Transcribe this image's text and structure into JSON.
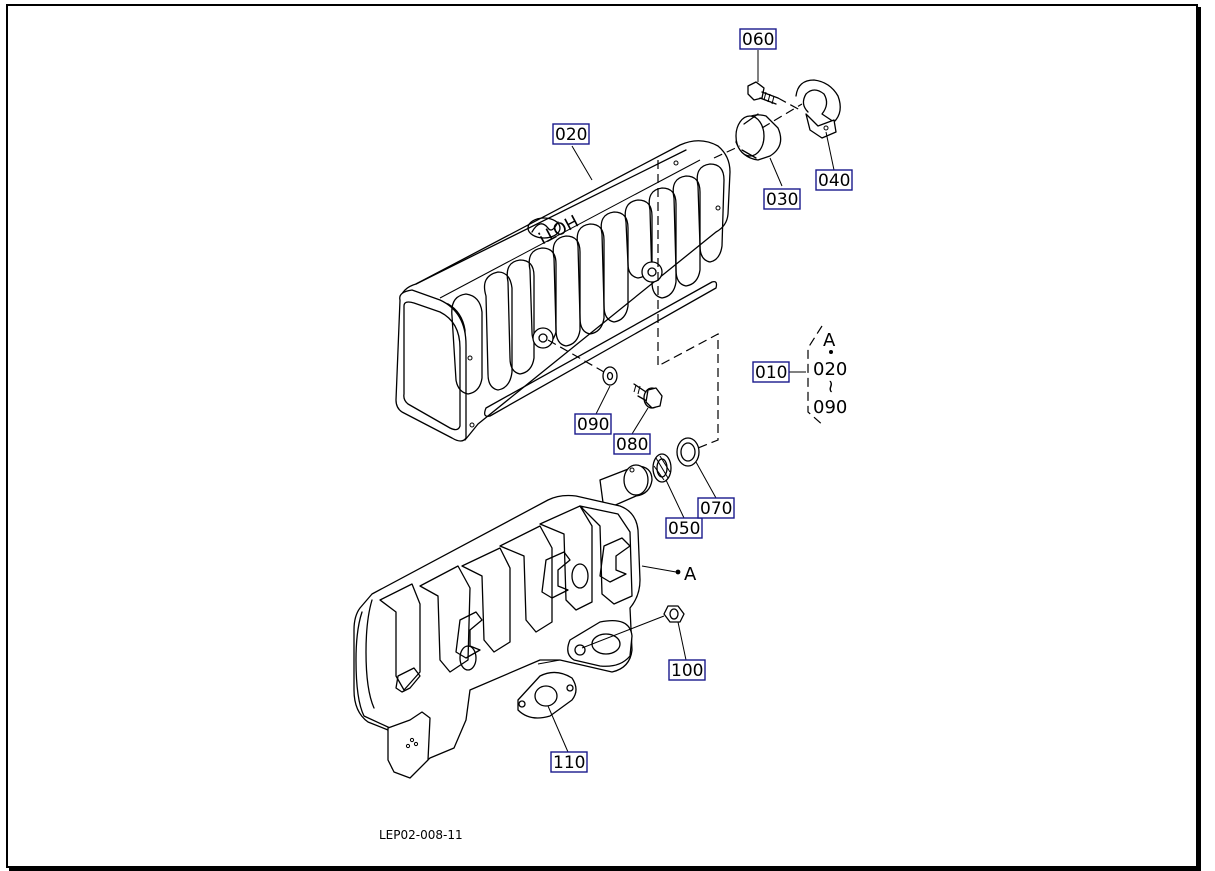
{
  "diagram": {
    "drawing_code": "LEP02-008-11",
    "cover_marking": "HOT!",
    "reference_mark": "A",
    "group": {
      "ref_letter": "A",
      "range_start": "020",
      "range_end": "090",
      "tilde": "~"
    },
    "parts": [
      {
        "id": "p010",
        "number": "010"
      },
      {
        "id": "p020",
        "number": "020"
      },
      {
        "id": "p030",
        "number": "030"
      },
      {
        "id": "p040",
        "number": "040"
      },
      {
        "id": "p050",
        "number": "050"
      },
      {
        "id": "p060",
        "number": "060"
      },
      {
        "id": "p070",
        "number": "070"
      },
      {
        "id": "p080",
        "number": "080"
      },
      {
        "id": "p090",
        "number": "090"
      },
      {
        "id": "p100",
        "number": "100"
      },
      {
        "id": "p110",
        "number": "110"
      }
    ],
    "label_border_color": "#1a1a8c"
  }
}
